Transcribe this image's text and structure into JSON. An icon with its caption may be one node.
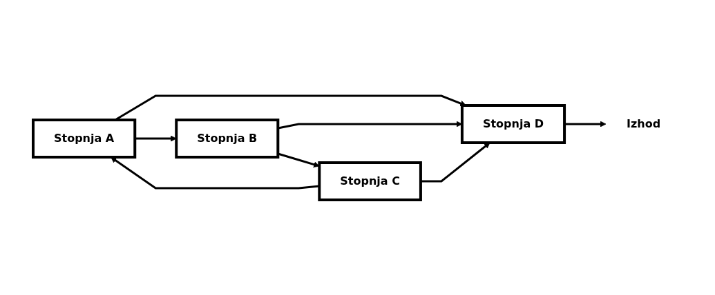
{
  "diagram": {
    "nodes": [
      {
        "text": [
          "Stopnja A"
        ]
      },
      {
        "text": [
          "Stopnja B"
        ]
      },
      {
        "text": [
          "Stopnja C"
        ]
      },
      {
        "text": [
          "Stopnja D"
        ]
      },
      {
        "text": [
          "Izhod"
        ]
      }
    ],
    "edges": [
      {
        "from": 0,
        "to": 1,
        "arrow": "to"
      },
      {
        "from": 0,
        "to": 3,
        "arrow": "to"
      },
      {
        "from": 1,
        "to": 2,
        "arrow": "to"
      },
      {
        "from": 1,
        "to": 3,
        "arrow": "to"
      },
      {
        "from": 2,
        "to": 0,
        "arrow": "to"
      },
      {
        "from": 2,
        "to": 3,
        "arrow": "to"
      },
      {
        "from": 3,
        "to": 4,
        "arrow": "to"
      }
    ]
  }
}
